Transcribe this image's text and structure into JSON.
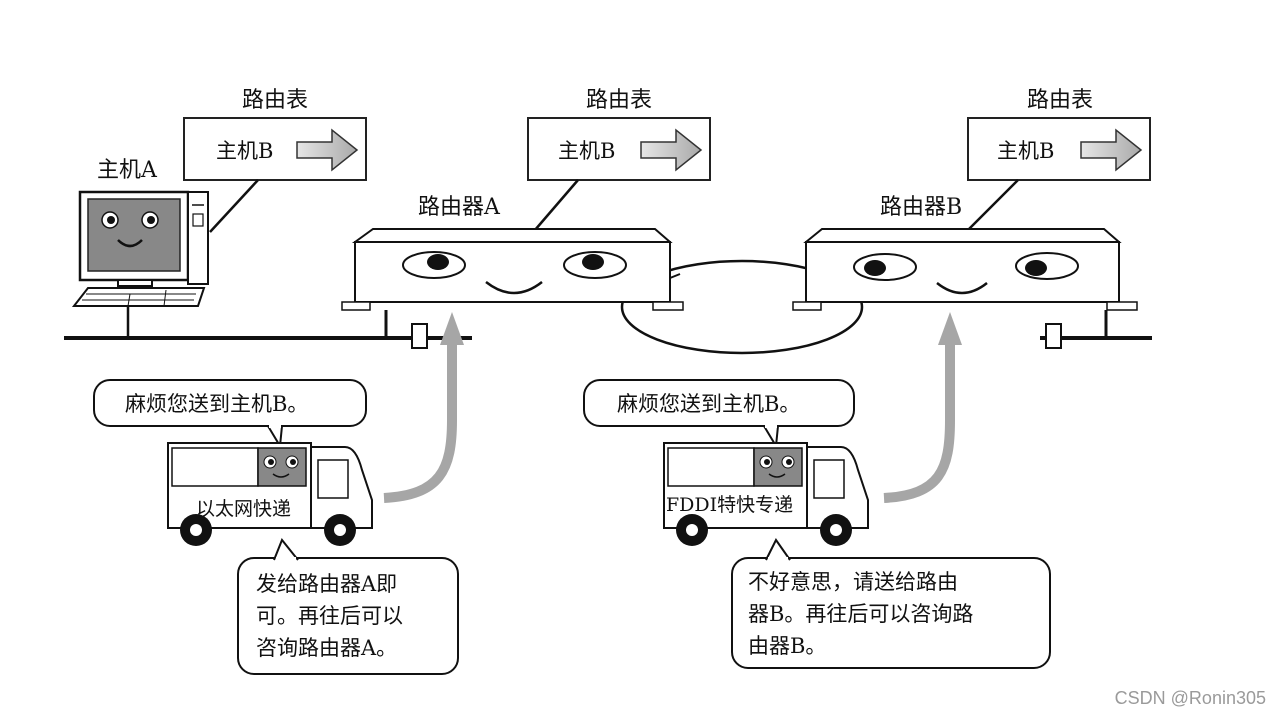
{
  "routing_table_label": "路由表",
  "tables": [
    {
      "entry": "主机B"
    },
    {
      "entry": "主机B"
    },
    {
      "entry": "主机B"
    }
  ],
  "host_a_label": "主机A",
  "router_a_label": "路由器A",
  "router_b_label": "路由器B",
  "request_bubble": "麻烦您送到主机B。",
  "truck_ethernet_label": "以太网快递",
  "truck_fddi_label": "FDDI特快专递",
  "reply_a_lines": [
    "发给路由器A即",
    "可。再往后可以",
    "咨询路由器A。"
  ],
  "reply_b_lines": [
    "不好意思，请送给路由",
    "器B。再往后可以咨询路",
    "由器B。"
  ],
  "watermark": "CSDN @Ronin305"
}
